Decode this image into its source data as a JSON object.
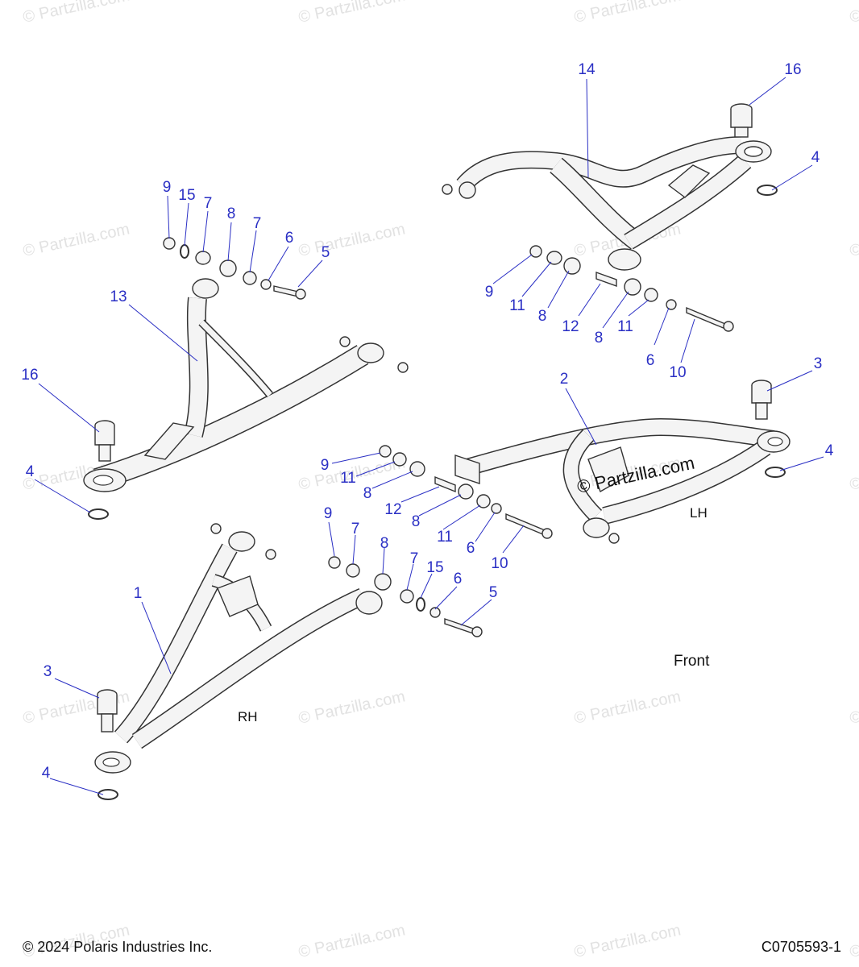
{
  "watermark": "© Partzilla.com",
  "overlay_watermark": "© Partzilla.com",
  "side_labels": {
    "rh": "RH",
    "lh": "LH",
    "front": "Front"
  },
  "footer": {
    "copyright": "© 2024 Polaris Industries Inc.",
    "drawing_id": "C0705593-1"
  },
  "colors": {
    "callout": "#2a2fc4",
    "line": "#2a2fc4",
    "part_stroke": "#333333",
    "part_fill": "#f4f4f4"
  },
  "callouts": [
    {
      "id": "c14",
      "text": "14"
    },
    {
      "id": "c16a",
      "text": "16"
    },
    {
      "id": "c4a",
      "text": "4"
    },
    {
      "id": "c9a",
      "text": "9"
    },
    {
      "id": "c15a",
      "text": "15"
    },
    {
      "id": "c7a",
      "text": "7"
    },
    {
      "id": "c8a",
      "text": "8"
    },
    {
      "id": "c7b",
      "text": "7"
    },
    {
      "id": "c6a",
      "text": "6"
    },
    {
      "id": "c5a",
      "text": "5"
    },
    {
      "id": "c13",
      "text": "13"
    },
    {
      "id": "c16b",
      "text": "16"
    },
    {
      "id": "c4b",
      "text": "4"
    },
    {
      "id": "c9b",
      "text": "9"
    },
    {
      "id": "c11a",
      "text": "11"
    },
    {
      "id": "c8b",
      "text": "8"
    },
    {
      "id": "c12a",
      "text": "12"
    },
    {
      "id": "c8c",
      "text": "8"
    },
    {
      "id": "c11b",
      "text": "11"
    },
    {
      "id": "c6b",
      "text": "6"
    },
    {
      "id": "c10a",
      "text": "10"
    },
    {
      "id": "c3a",
      "text": "3"
    },
    {
      "id": "c2",
      "text": "2"
    },
    {
      "id": "c4c",
      "text": "4"
    },
    {
      "id": "c9c",
      "text": "9"
    },
    {
      "id": "c11c",
      "text": "11"
    },
    {
      "id": "c8d",
      "text": "8"
    },
    {
      "id": "c12b",
      "text": "12"
    },
    {
      "id": "c8e",
      "text": "8"
    },
    {
      "id": "c11d",
      "text": "11"
    },
    {
      "id": "c6c",
      "text": "6"
    },
    {
      "id": "c10b",
      "text": "10"
    },
    {
      "id": "c9d",
      "text": "9"
    },
    {
      "id": "c7c",
      "text": "7"
    },
    {
      "id": "c8f",
      "text": "8"
    },
    {
      "id": "c7d",
      "text": "7"
    },
    {
      "id": "c15b",
      "text": "15"
    },
    {
      "id": "c6d",
      "text": "6"
    },
    {
      "id": "c5b",
      "text": "5"
    },
    {
      "id": "c1",
      "text": "1"
    },
    {
      "id": "c3b",
      "text": "3"
    },
    {
      "id": "c4d",
      "text": "4"
    }
  ]
}
